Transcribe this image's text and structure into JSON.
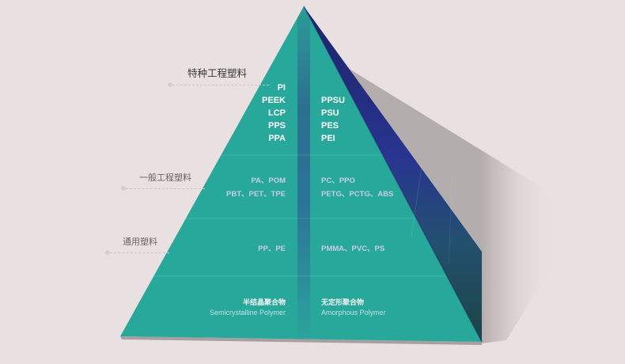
{
  "diagram": {
    "type": "pyramid",
    "colors": {
      "background": "#e8e0e1",
      "top_tier": "#2b2d8c",
      "middle_tier": "#2e3e8e",
      "bottom_tier": "#27a59b",
      "side_face_dark": "#1f4848",
      "center_band": "#2e7e8c"
    },
    "tiers": [
      {
        "label": "特种工程塑料",
        "semicrystalline": [
          "PI",
          "PEEK",
          "LCP",
          "PPS",
          "PPA"
        ],
        "amorphous": [
          "PPSU",
          "PSU",
          "PES",
          "PEI"
        ]
      },
      {
        "label": "一般工程塑料",
        "semicrystalline": [
          "PA、POM",
          "PBT、PET、TPE"
        ],
        "amorphous": [
          "PC、PPO",
          "PETG、PCTG、ABS"
        ]
      },
      {
        "label": "通用塑料",
        "semicrystalline": [
          "PP、PE"
        ],
        "amorphous": [
          "PMMA、PVC、PS"
        ]
      }
    ],
    "base": {
      "left_cn": "半结晶聚合物",
      "left_en": "Semicrystalline Polymer",
      "right_cn": "无定形聚合物",
      "right_en": "Amorphous Polymer"
    }
  }
}
